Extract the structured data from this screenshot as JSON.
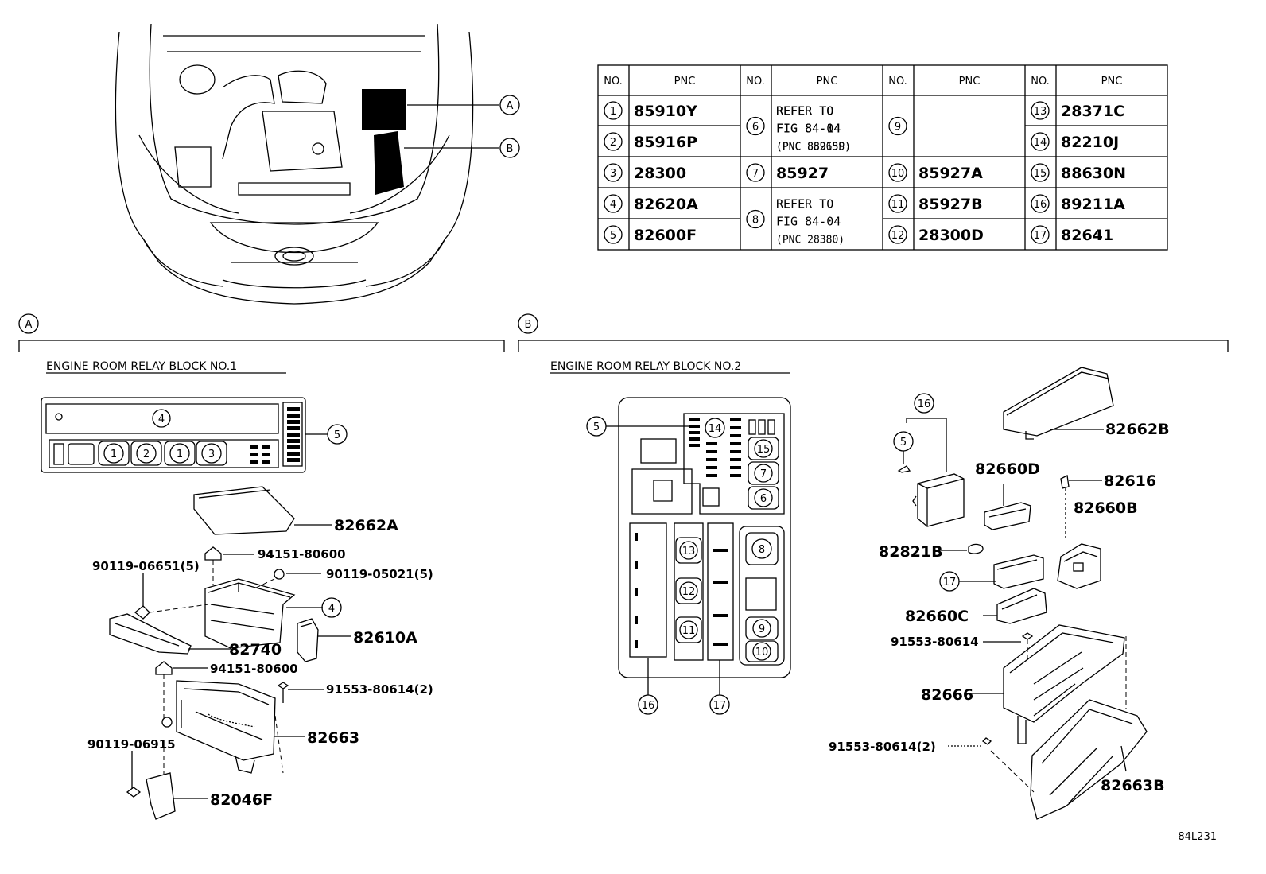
{
  "table": {
    "header_no": "NO.",
    "header_pnc": "PNC",
    "rows": [
      {
        "no": "1",
        "pnc": "85910Y"
      },
      {
        "no": "2",
        "pnc": "85916P"
      },
      {
        "no": "3",
        "pnc": "28300"
      },
      {
        "no": "4",
        "pnc": "82620A"
      },
      {
        "no": "5",
        "pnc": "82600F"
      },
      {
        "no": "6",
        "lines": [
          "REFER TO",
          "FIG 84-04",
          "(PNC 85915S)"
        ]
      },
      {
        "no": "7",
        "pnc": "85927"
      },
      {
        "no": "8",
        "lines": [
          "REFER TO",
          "FIG 84-04",
          "(PNC 28380)"
        ]
      },
      {
        "no": "9",
        "lines": [
          "REFER TO",
          "FIG 84-14",
          "(PNC 88263P)"
        ]
      },
      {
        "no": "10",
        "pnc": "85927A"
      },
      {
        "no": "11",
        "pnc": "85927B"
      },
      {
        "no": "12",
        "pnc": "28300D"
      },
      {
        "no": "13",
        "pnc": "28371C"
      },
      {
        "no": "14",
        "pnc": "82210J"
      },
      {
        "no": "15",
        "pnc": "88630N"
      },
      {
        "no": "16",
        "pnc": "89211A"
      },
      {
        "no": "17",
        "pnc": "82641"
      }
    ]
  },
  "section_a": {
    "marker": "A",
    "title": "ENGINE ROOM RELAY BLOCK NO.1",
    "parts": {
      "cover": "82662A",
      "nut_top": "94151-80600",
      "bolt_left": "90119-06651(5)",
      "screw": "90119-05021(5)",
      "bracket": "82740",
      "connector": "82610A",
      "nut_mid": "94151-80600",
      "bolt_right": "91553-80614(2)",
      "lower_case": "82663",
      "bolt_bottom": "90119-06915",
      "stay": "82046F"
    }
  },
  "section_b": {
    "marker": "B",
    "title": "ENGINE ROOM RELAY BLOCK NO.2",
    "parts": {
      "cover": "82662B",
      "holder_d": "82660D",
      "terminal": "82616",
      "holder_b": "82660B",
      "cap": "82821B",
      "holder_c": "82660C",
      "bolt_a": "91553-80614",
      "case": "82666",
      "bolt_b": "91553-80614(2)",
      "lower_case": "82663B"
    }
  },
  "figure_code": "84L231"
}
